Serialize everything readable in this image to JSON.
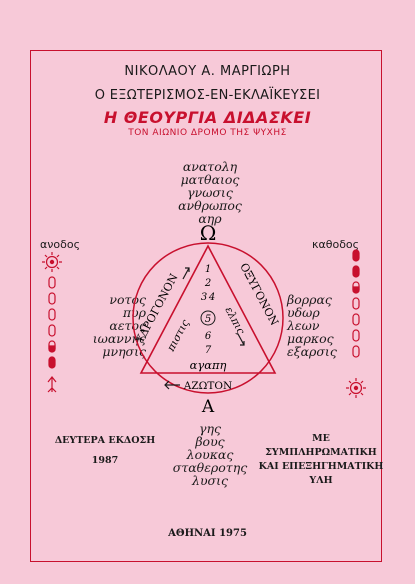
{
  "header": {
    "author": "ΝΙΚΟΛΑΟΥ Α. ΜΑΡΓΙΩΡΗ",
    "subtitle": "Ο ΕΞΩΤΕΡΙΣΜΟΣ-ΕΝ-ΕΚΛΑΪΚΕΥΣΕΙ",
    "title": "Η ΘΕΟΥΡΓΙΑ ΔΙΔΑΣΚΕΙ",
    "tagline": "ΤΟΝ ΑΙΩΝΙΟ ΔΡΟΜΟ ΤΗΣ ΨΥΧΗΣ"
  },
  "diagram": {
    "top_words": [
      "ανατολη",
      "ματθαιος",
      "γνωσις",
      "ανθρωπος",
      "αηρ"
    ],
    "omega": "Ω",
    "alpha": "Α",
    "left_words": [
      "νοτος",
      "πυρ",
      "αετος",
      "ιωαννης",
      "μνησις"
    ],
    "right_words": [
      "βορρας",
      "υδωρ",
      "λεων",
      "μαρκος",
      "εξαρσις"
    ],
    "bottom_words": [
      "γης",
      "βους",
      "λουκας",
      "σταθεροτης",
      "λυσις"
    ],
    "left_side_label": "ΥΔΡΟΓΟΝΟΝ",
    "right_side_label": "ΟΞΥΓΟΝΟΝ",
    "inner_left": "πιστις",
    "inner_right": "ελπις",
    "base_word": "αγαπη",
    "azoton": "ΑΖΩΤΟΝ",
    "numbers": [
      "1",
      "2",
      "3",
      "4",
      "5",
      "6",
      "7"
    ],
    "anodos": "ανοδος",
    "kathodos": "καθοδος",
    "colors": {
      "accent": "#c8102e",
      "background": "#f7c9d8"
    }
  },
  "footer": {
    "edition_line1": "ΔΕΥΤΕΡΑ ΕΚΔΟΣΗ",
    "edition_year": "1987",
    "supplement_line1": "ΜΕ ΣΥΜΠΛΗΡΩΜΑΤΙΚΗ",
    "supplement_line2": "ΚΑΙ ΕΠΕΞΗΓΗΜΑΤΙΚΗ",
    "supplement_line3": "ΥΛΗ",
    "place_year": "ΑΘΗΝΑΙ 1975"
  }
}
